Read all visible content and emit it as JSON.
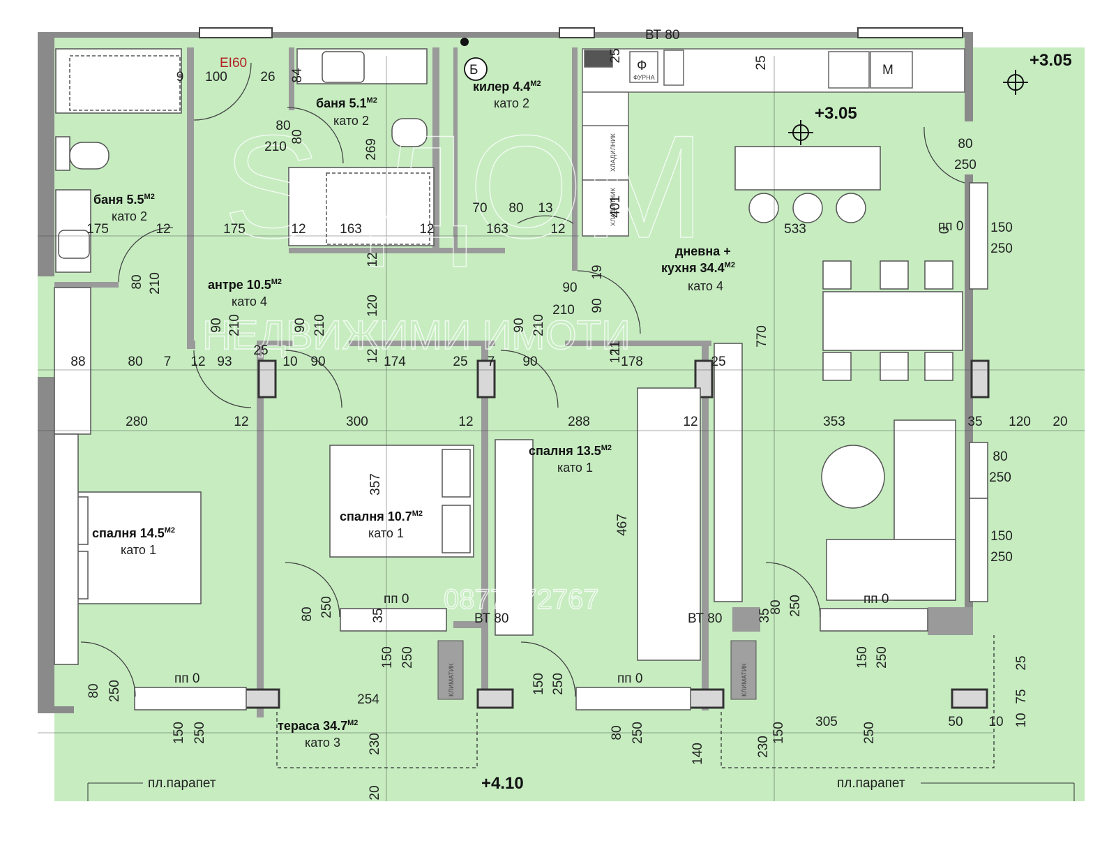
{
  "plan": {
    "elevations": [
      "+3.05",
      "+3.05",
      "+4.10"
    ],
    "rooms": [
      {
        "name": "баня 5.5",
        "unit": "M2",
        "floor": "като 2"
      },
      {
        "name": "баня 5.1",
        "unit": "M2",
        "floor": "като 2"
      },
      {
        "name": "килер 4.4",
        "unit": "M2",
        "floor": "като 2"
      },
      {
        "name": "антре 10.5",
        "unit": "M2",
        "floor": "като 4"
      },
      {
        "name": "дневна +",
        "name2": "кухня 34.4",
        "unit": "M2",
        "floor": "като 4"
      },
      {
        "name": "спалня 14.5",
        "unit": "M2",
        "floor": "като 1"
      },
      {
        "name": "спалня 10.7",
        "unit": "M2",
        "floor": "като 1"
      },
      {
        "name": "спалня 13.5",
        "unit": "M2",
        "floor": "като 1"
      },
      {
        "name": "тераса 34.7",
        "unit": "M2",
        "floor": "като 3"
      }
    ],
    "labels": {
      "fire_door": "EI60",
      "marker_b": "Б",
      "oven_symbol": "Ф",
      "oven_caption": "ФУРНА",
      "appliance_m": "М",
      "fridge_1": "ХЛАДИЛНИК",
      "fridge_2": "ХЛАДИЛНИК",
      "ac_1": "КЛИМАТИК",
      "ac_2": "КЛИМАТИК",
      "bt80_top": "ВТ 80",
      "bt80_a": "ВТ 80",
      "bt80_b": "ВТ 80",
      "parapet_left": "пл.парапет",
      "parapet_right": "пл.парапет",
      "pp0": "пп 0",
      "watermark_phone": "0877872767",
      "watermark_text": "НЕДВИЖИМИ ИМОТИ",
      "watermark_logo": "S-ДОМ"
    },
    "dimensions": [
      "100",
      "26",
      "9",
      "84",
      "80",
      "210",
      "80",
      "269",
      "175",
      "12",
      "175",
      "12",
      "163",
      "12",
      "70",
      "80",
      "13",
      "163",
      "12",
      "401",
      "25",
      "25",
      "533",
      "80",
      "250",
      "150",
      "250",
      "0",
      "80",
      "210",
      "12",
      "120",
      "90",
      "210",
      "19",
      "90",
      "770",
      "90",
      "210",
      "90",
      "210",
      "90",
      "210",
      "11",
      "12",
      "88",
      "80",
      "7",
      "12",
      "93",
      "25",
      "10",
      "90",
      "12",
      "174",
      "25",
      "7",
      "90",
      "178",
      "25",
      "280",
      "12",
      "300",
      "12",
      "288",
      "12",
      "353",
      "35",
      "120",
      "20",
      "357",
      "467",
      "80",
      "250",
      "150",
      "250",
      "35",
      "80",
      "250",
      "150",
      "250",
      "254",
      "80",
      "250",
      "150",
      "250",
      "230",
      "140",
      "230",
      "305",
      "50",
      "10",
      "25",
      "75",
      "10",
      "20",
      "150",
      "250",
      "35",
      "80",
      "250",
      "150",
      "250",
      "80",
      "250",
      "150",
      "250"
    ]
  }
}
